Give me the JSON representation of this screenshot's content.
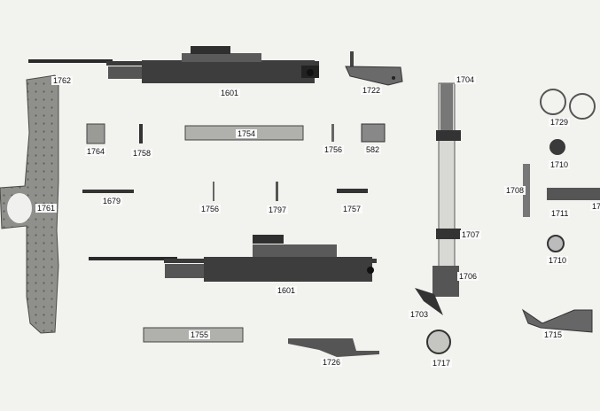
{
  "labels": {
    "l1762": "1762",
    "l1601a": "1601",
    "l1722": "1722",
    "l1704": "1704",
    "l1729": "1729",
    "l1764": "1764",
    "l1758": "1758",
    "l1754": "1754",
    "l1756a": "1756",
    "l582": "582",
    "l1710a": "1710",
    "l1761": "1761",
    "l1679": "1679",
    "l1756b": "1756",
    "l1797": "1797",
    "l1757": "1757",
    "l1708": "1708",
    "l1711": "1711",
    "l17x": "17",
    "l1707": "1707",
    "l1710b": "1710",
    "l1601b": "1601",
    "l1706": "1706",
    "l1703": "1703",
    "l1715": "1715",
    "l1755": "1755",
    "l1726": "1726",
    "l1717": "1717"
  },
  "colors": {
    "background": "#f2f2ef",
    "metal_dark": "#2a2a2a",
    "metal_mid": "#6b6b6b",
    "metal_light": "#a9a9a6",
    "label_bg": "#fafafa"
  }
}
